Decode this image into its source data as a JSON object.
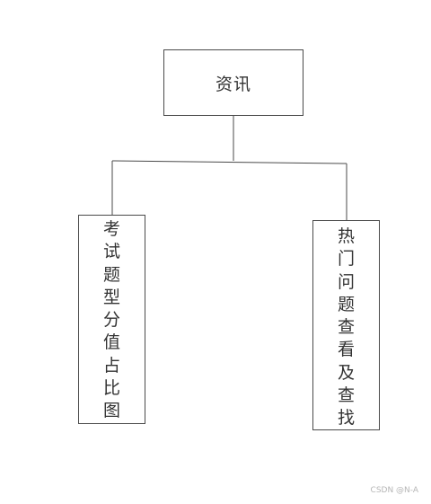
{
  "diagram": {
    "root": {
      "label": "资讯"
    },
    "children": [
      {
        "label": "考试题型分值占比图"
      },
      {
        "label": "热门问题查看及查找"
      }
    ]
  },
  "watermark": "CSDN @N-A",
  "colors": {
    "line": "#4a4a4a",
    "text": "#333333",
    "background": "#ffffff"
  }
}
